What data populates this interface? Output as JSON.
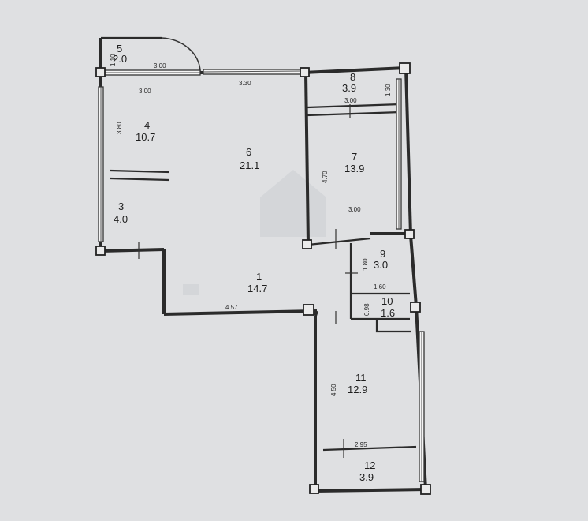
{
  "plan": {
    "rooms": [
      {
        "number": "5",
        "area": "2.0"
      },
      {
        "number": "4",
        "area": "10.7"
      },
      {
        "number": "3",
        "area": "4.0"
      },
      {
        "number": "6",
        "area": "21.1"
      },
      {
        "number": "7",
        "area": "13.9"
      },
      {
        "number": "8",
        "area": "3.9"
      },
      {
        "number": "9",
        "area": "3.0"
      },
      {
        "number": "1",
        "area": "14.7"
      },
      {
        "number": "10",
        "area": "1.6"
      },
      {
        "number": "11",
        "area": "12.9"
      },
      {
        "number": "12",
        "area": "3.9"
      }
    ],
    "dimensions": [
      "1.10",
      "3.00",
      "3.00",
      "3.30",
      "1.30",
      "3.00",
      "3.80",
      "4.70",
      "3.00",
      "1.80",
      "1.60",
      "4.57",
      "0.98",
      "4.50",
      "2.95"
    ]
  }
}
